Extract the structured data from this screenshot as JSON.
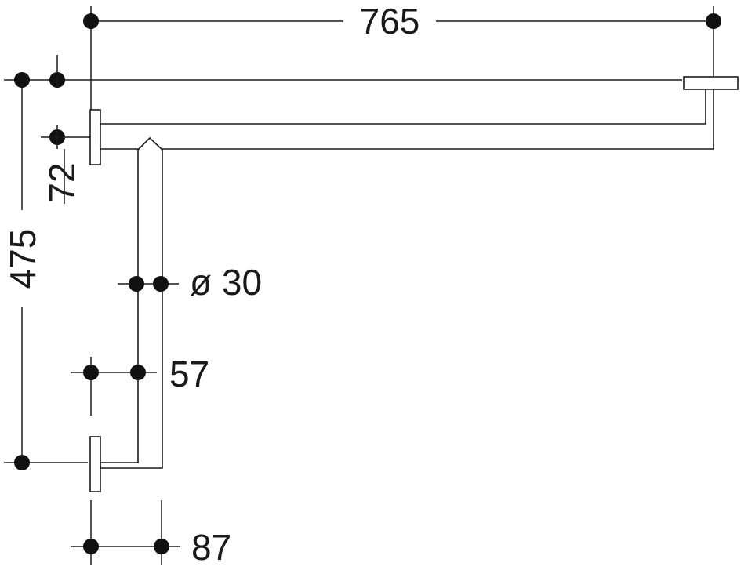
{
  "diagram": {
    "type": "technical-dimension-drawing",
    "subject": "L-shaped grab rail",
    "line_color": "#1a1a1a",
    "background": "#ffffff",
    "dimensions": {
      "width": "765",
      "height": "475",
      "offset": "72",
      "diameter": "ø 30",
      "center_to_wall": "57",
      "plate_offset": "87"
    }
  }
}
